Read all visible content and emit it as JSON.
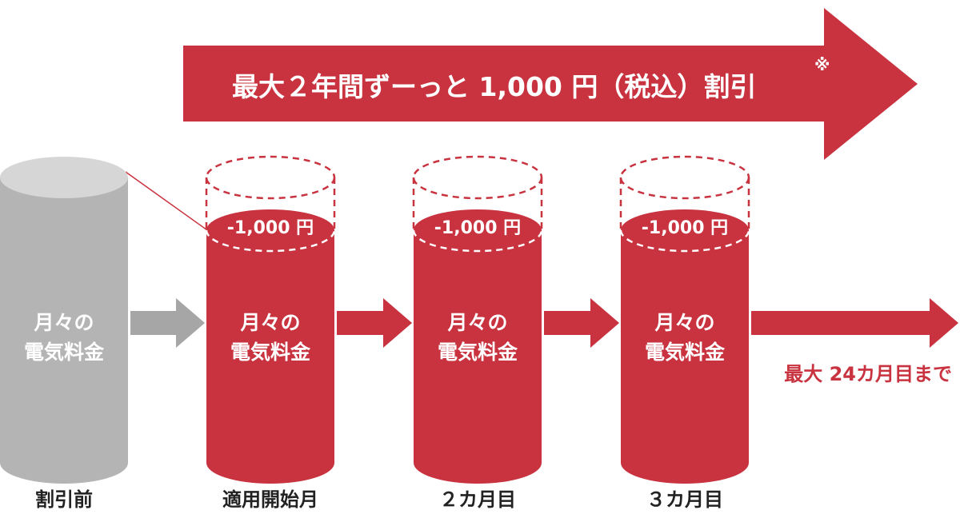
{
  "banner": {
    "text": "最大２年間ずーっと 1,000 円（税込）割引",
    "note_mark": "※"
  },
  "before": {
    "cylinder_label_line1": "月々の",
    "cylinder_label_line2": "電気料金",
    "caption": "割引前"
  },
  "months": [
    {
      "discount": "-1,000 円",
      "label_line1": "月々の",
      "label_line2": "電気料金",
      "caption": "適用開始月"
    },
    {
      "discount": "-1,000 円",
      "label_line1": "月々の",
      "label_line2": "電気料金",
      "caption": "２カ月目"
    },
    {
      "discount": "-1,000 円",
      "label_line1": "月々の",
      "label_line2": "電気料金",
      "caption": "３カ月目"
    }
  ],
  "continuation": "最大 24カ月目まで",
  "colors": {
    "accent": "#c8333f",
    "grey": "#b4b4b4",
    "grey_arrow": "#a6a6a6"
  }
}
